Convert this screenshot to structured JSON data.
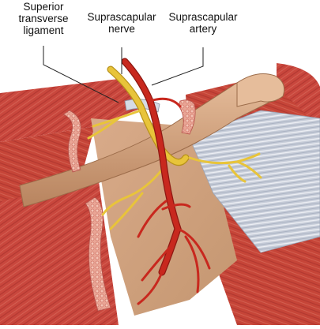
{
  "labels": {
    "superior_transverse_ligament": {
      "line1": "Superior",
      "line2": "transverse",
      "line3": "ligament"
    },
    "suprascapular_nerve": {
      "line1": "Suprascapular",
      "line2": "nerve"
    },
    "suprascapular_artery": {
      "line1": "Suprascapular",
      "line2": "artery"
    }
  },
  "colors": {
    "background": "#ffffff",
    "muscle": "#c9473d",
    "muscle_highlight": "#e07a6a",
    "muscle_fiber": "#a8322b",
    "bone": "#d9ab8a",
    "bone_shade": "#b8845f",
    "ligament": "#c6ccd8",
    "ligament_fiber": "#eef0f5",
    "nerve": "#e8c43a",
    "nerve_edge": "#b8921a",
    "artery": "#c8281e",
    "artery_edge": "#8e1812",
    "leader_line": "#222222"
  }
}
